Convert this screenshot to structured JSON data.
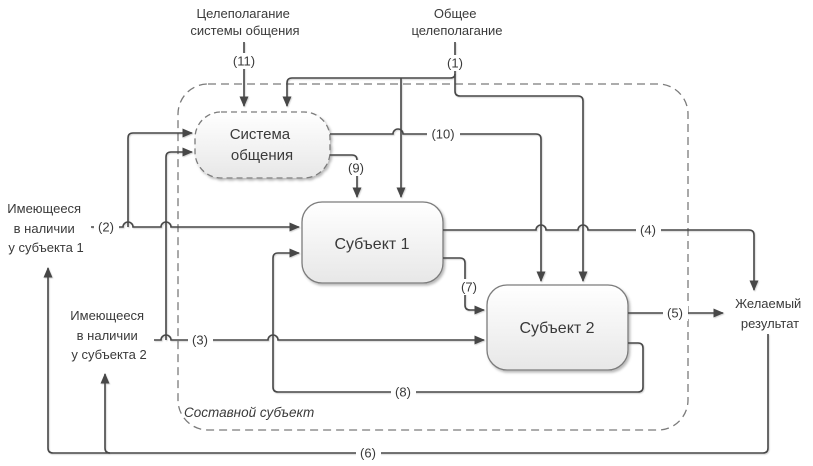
{
  "title_labels": {
    "comm_goal": [
      "Целеполагание",
      "системы общения"
    ],
    "general_goal": [
      "Общее",
      "целеполагание"
    ]
  },
  "side_labels": {
    "available1": [
      "Имеющееся",
      "в наличии",
      "у субъекта 1"
    ],
    "available2": [
      "Имеющееся",
      "в наличии",
      "у субъекта 2"
    ],
    "desired": [
      "Желаемый",
      "результат"
    ]
  },
  "nodes": {
    "communication_system": [
      "Система",
      "общения"
    ],
    "subject1": "Субъект 1",
    "subject2": "Субъект 2",
    "container": "Составной субъект"
  },
  "edge_labels": {
    "n1": "(1)",
    "n2": "(2)",
    "n3": "(3)",
    "n4": "(4)",
    "n5": "(5)",
    "n6": "(6)",
    "n7": "(7)",
    "n8": "(8)",
    "n9": "(9)",
    "n10": "(10)",
    "n11": "(11)"
  },
  "colors": {
    "line": "#474747",
    "text": "#3a3a3a",
    "box_border": "#7b7b7b",
    "box_fill_top": "#ffffff",
    "box_fill_bottom": "#e7e7e7",
    "background": "#ffffff"
  }
}
